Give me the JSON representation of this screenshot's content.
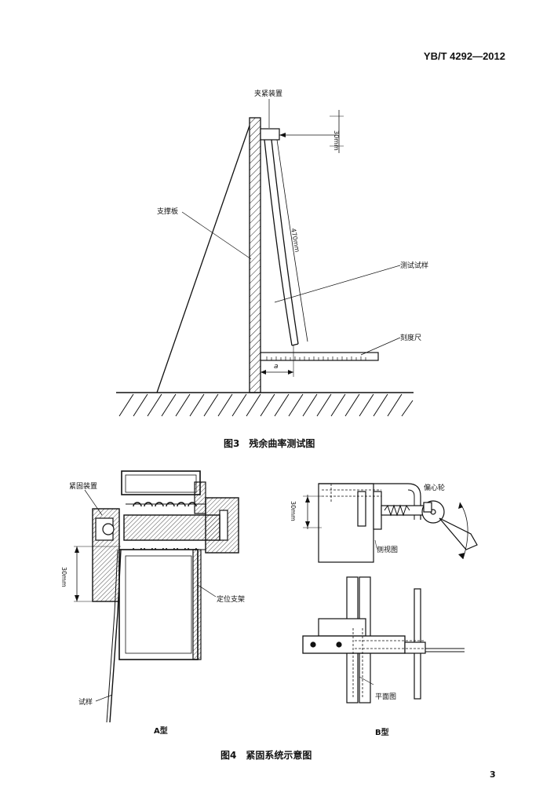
{
  "header": {
    "standard_no": "YB/T 4292—2012"
  },
  "figure3": {
    "caption": "图3　残余曲率测试图",
    "labels": {
      "clamp": "夹紧装置",
      "support_plate": "支撑板",
      "specimen": "测试试样",
      "scale": "刻度尺",
      "dim_30": "30mm",
      "dim_470": "470mm",
      "dim_a": "a"
    }
  },
  "figure4": {
    "caption": "图4　紧固系统示意图",
    "type_a": {
      "name": "A型",
      "labels": {
        "fastener": "紧固装置",
        "dim_30": "30mm",
        "bracket": "定位支架",
        "specimen": "试样"
      }
    },
    "type_b": {
      "name": "B型",
      "labels": {
        "eccentric": "偏心轮",
        "dim_30": "30mm",
        "side_view": "侧视图",
        "plan_view": "平面图"
      }
    }
  },
  "page_number": "3"
}
